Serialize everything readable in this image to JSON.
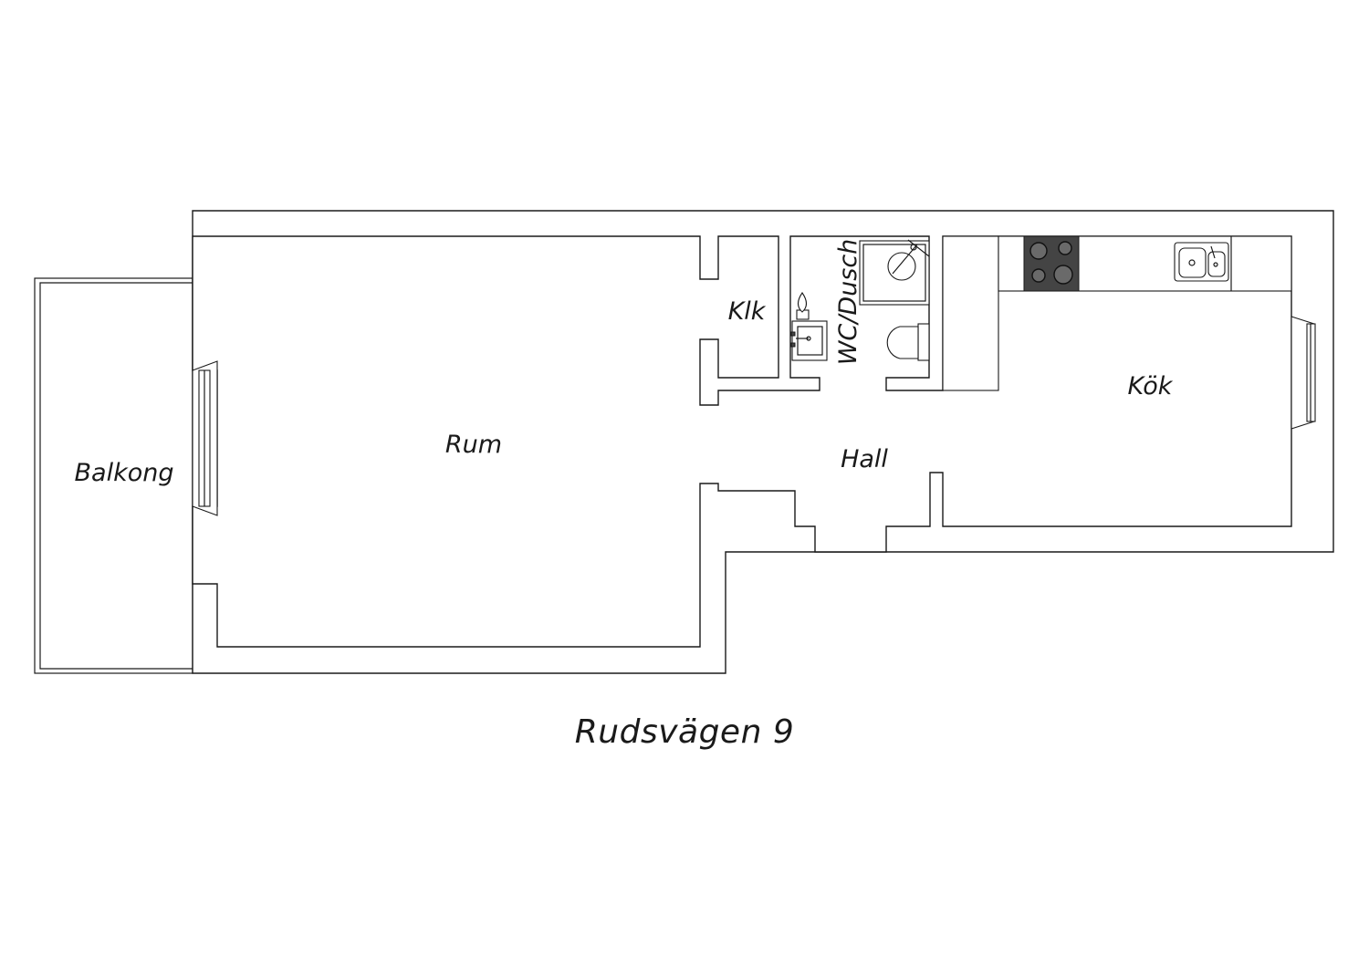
{
  "plan": {
    "address": "Rudsvägen 9",
    "rooms": {
      "balkong": "Balkong",
      "rum": "Rum",
      "klk": "Klk",
      "wc_dusch": "WC/Dusch",
      "hall": "Hall",
      "kok": "Kök"
    }
  }
}
